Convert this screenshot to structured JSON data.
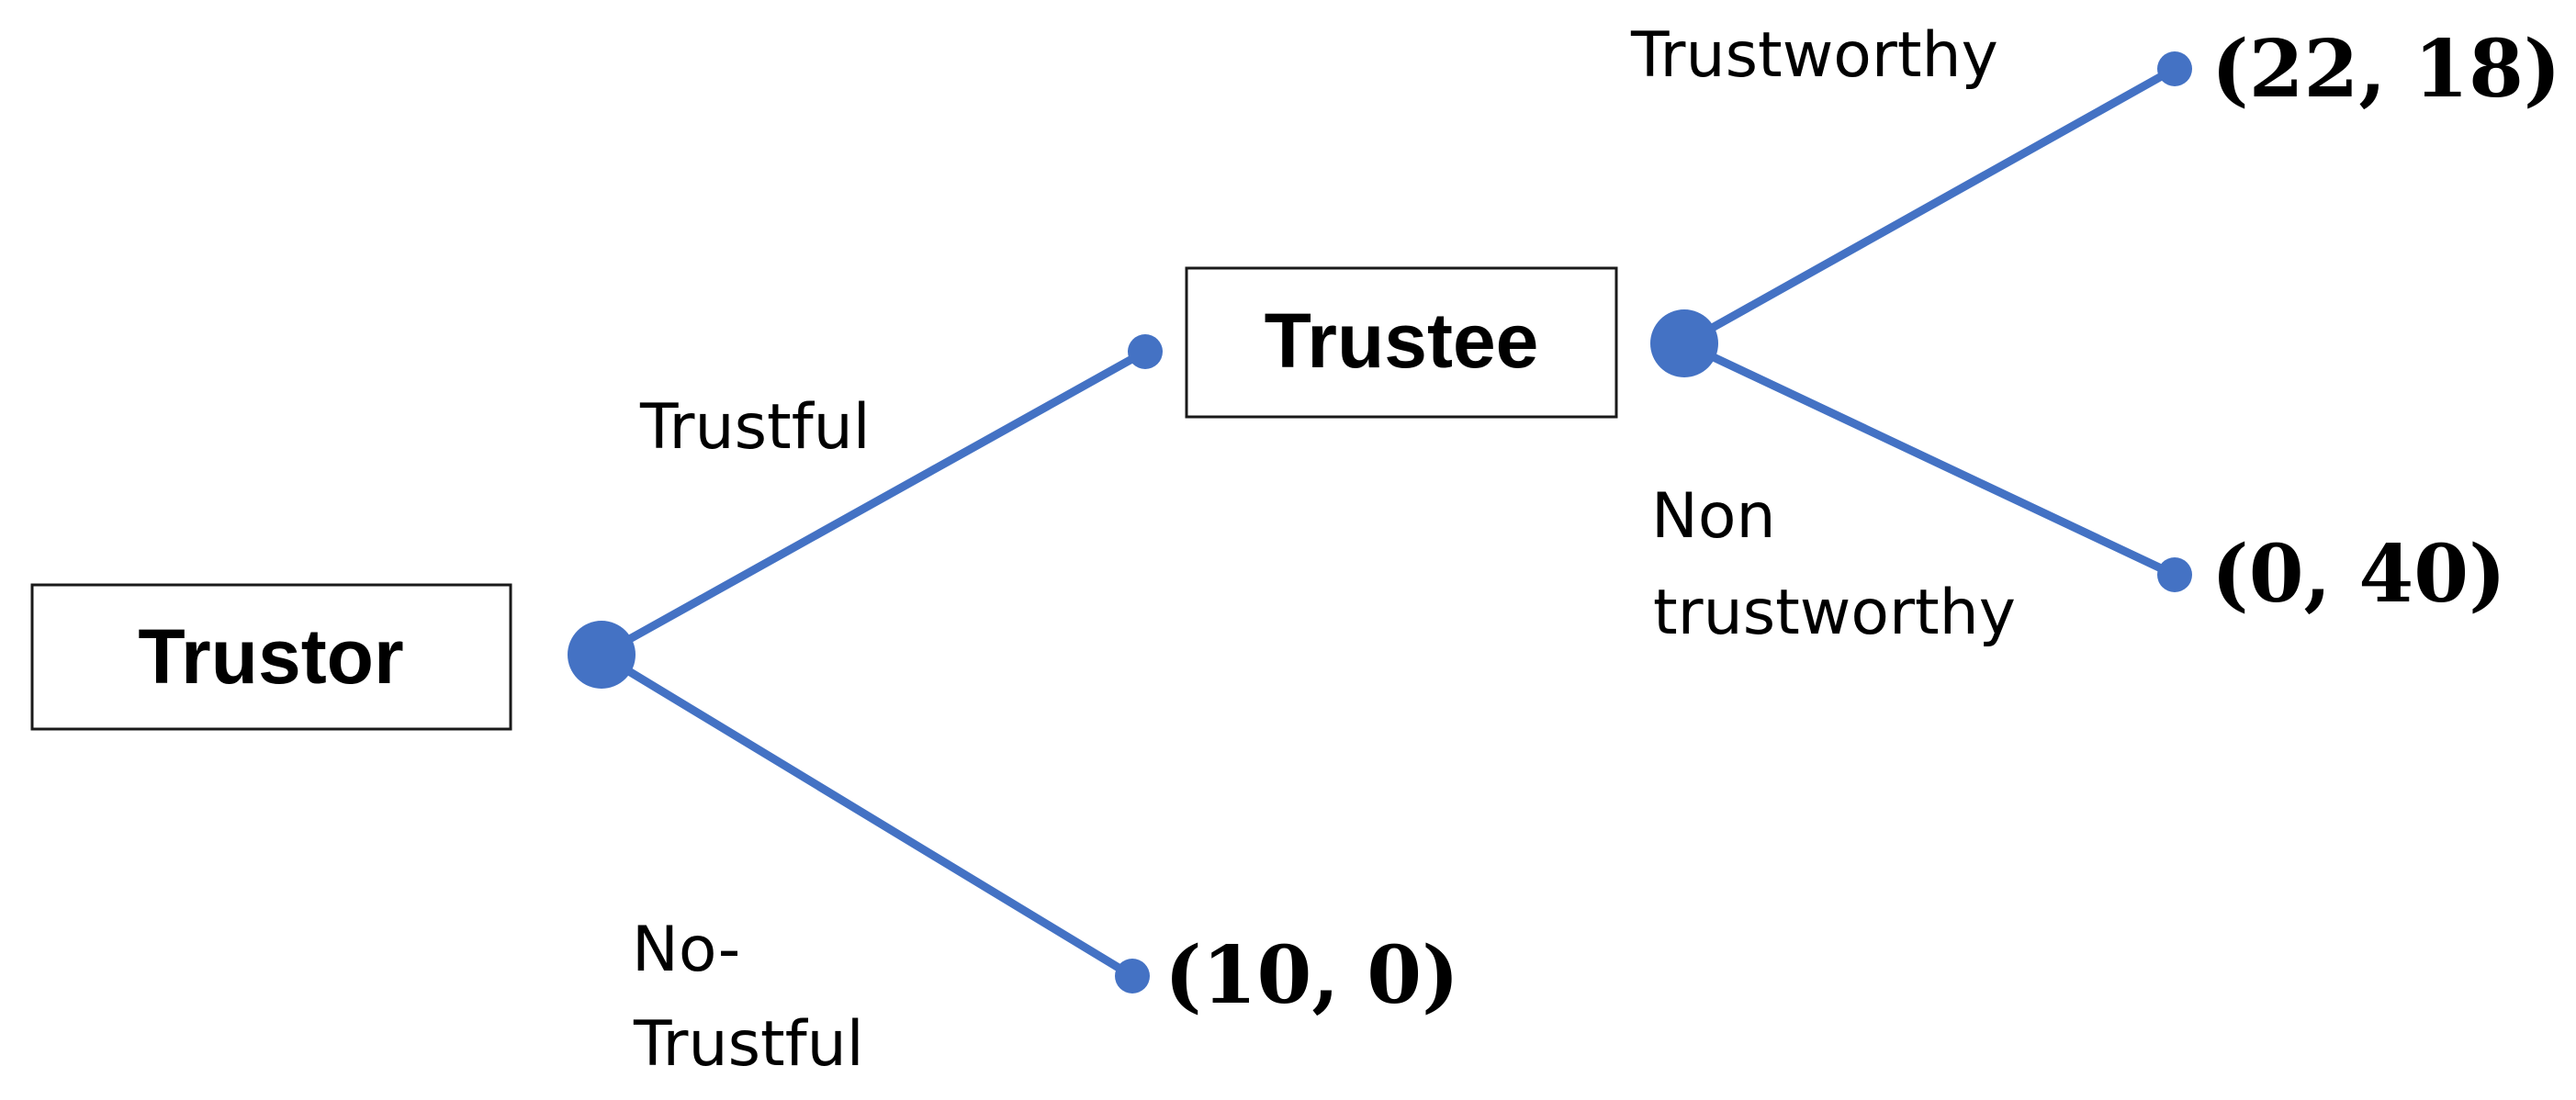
{
  "players": {
    "trustor": "Trustor",
    "trustee": "Trustee"
  },
  "actions": {
    "trustful": "Trustful",
    "no_trustful_line1": "No-",
    "no_trustful_line2": "Trustful",
    "trustworthy": "Trustworthy",
    "non_trustworthy_line1": "Non",
    "non_trustworthy_line2": "trustworthy"
  },
  "payoffs": {
    "trustworthy": "(22, 18)",
    "non_trustworthy": "(0, 40)",
    "no_trustful": "(10, 0)"
  },
  "colors": {
    "edge": "#4472C4",
    "node": "#4472C4",
    "box_border": "#1a1a1a"
  }
}
